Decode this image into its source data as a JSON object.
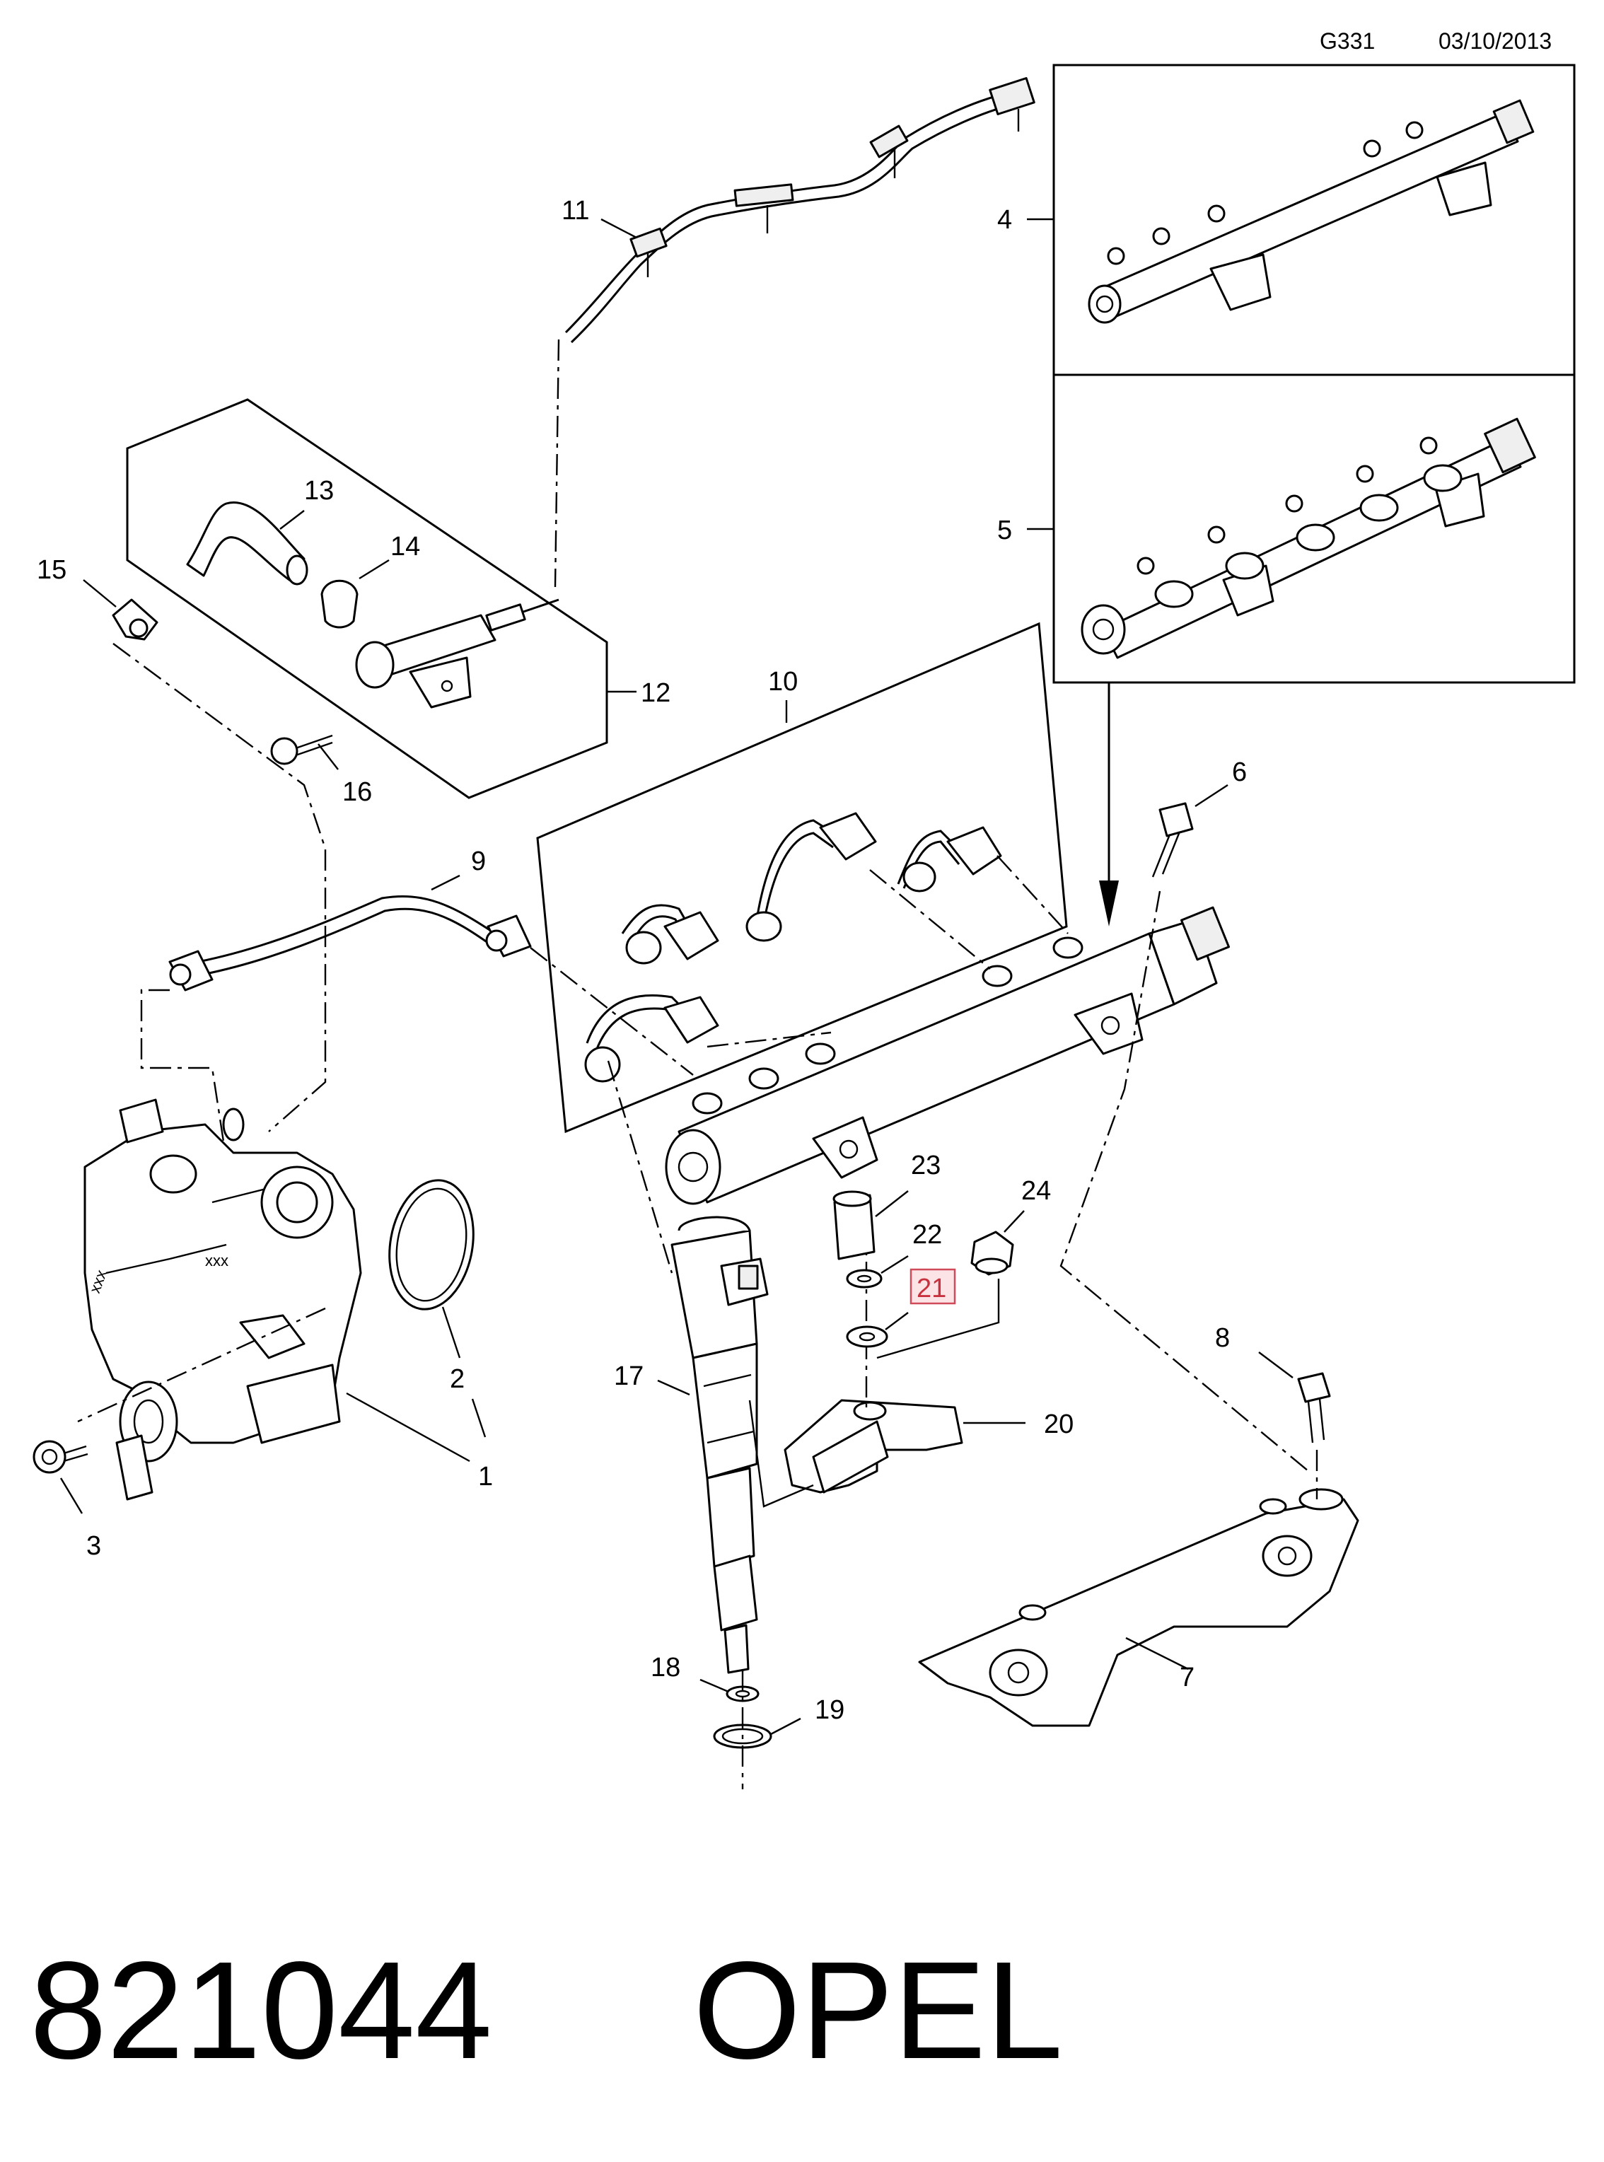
{
  "header": {
    "code": "G331",
    "date": "03/10/2013"
  },
  "footer": {
    "part_number": "821044",
    "brand": "OPEL"
  },
  "callouts": {
    "c1": "1",
    "c2": "2",
    "c3": "3",
    "c4": "4",
    "c5": "5",
    "c6": "6",
    "c7": "7",
    "c8": "8",
    "c9": "9",
    "c10": "10",
    "c11": "11",
    "c12": "12",
    "c13": "13",
    "c14": "14",
    "c15": "15",
    "c16": "16",
    "c17": "17",
    "c18": "18",
    "c19": "19",
    "c20": "20",
    "c21": "21",
    "c22": "22",
    "c23": "23",
    "c24": "24"
  },
  "highlighted_callout": "21"
}
